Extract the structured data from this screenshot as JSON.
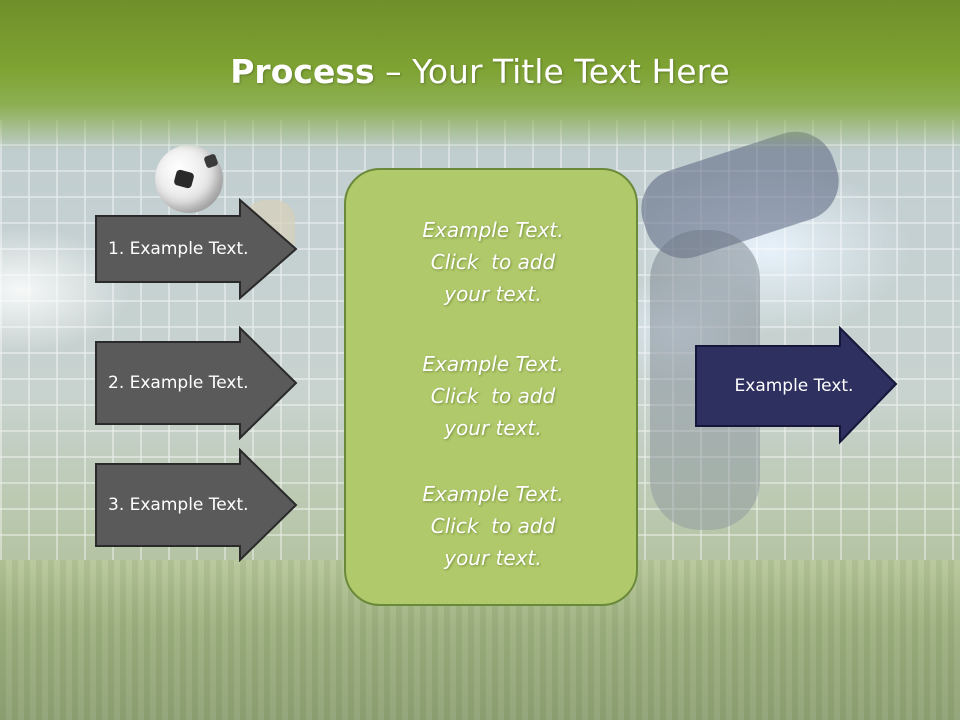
{
  "title": {
    "bold": "Process",
    "separator": " – ",
    "rest": "Your Title Text Here"
  },
  "steps": [
    {
      "label": "1. Example Text."
    },
    {
      "label": "2. Example Text."
    },
    {
      "label": "3. Example Text."
    }
  ],
  "center_box": {
    "paragraphs": [
      {
        "lines": [
          "Example Text.",
          "Click  to add",
          "your text."
        ]
      },
      {
        "lines": [
          "Example Text.",
          "Click  to add",
          "your text."
        ]
      },
      {
        "lines": [
          "Example Text.",
          "Click  to add",
          "your text."
        ]
      }
    ]
  },
  "result": {
    "label": "Example Text."
  },
  "colors": {
    "title_band": "#7ea232",
    "step_arrow_fill": "#5a5a5a",
    "result_arrow_fill": "#2e3060",
    "center_box_fill": "#b0c96a",
    "center_box_border": "#6a8a3a",
    "text": "#ffffff"
  },
  "icons": {
    "background": "soccer-goalkeeper-photo",
    "ball": "soccer-ball-icon"
  }
}
